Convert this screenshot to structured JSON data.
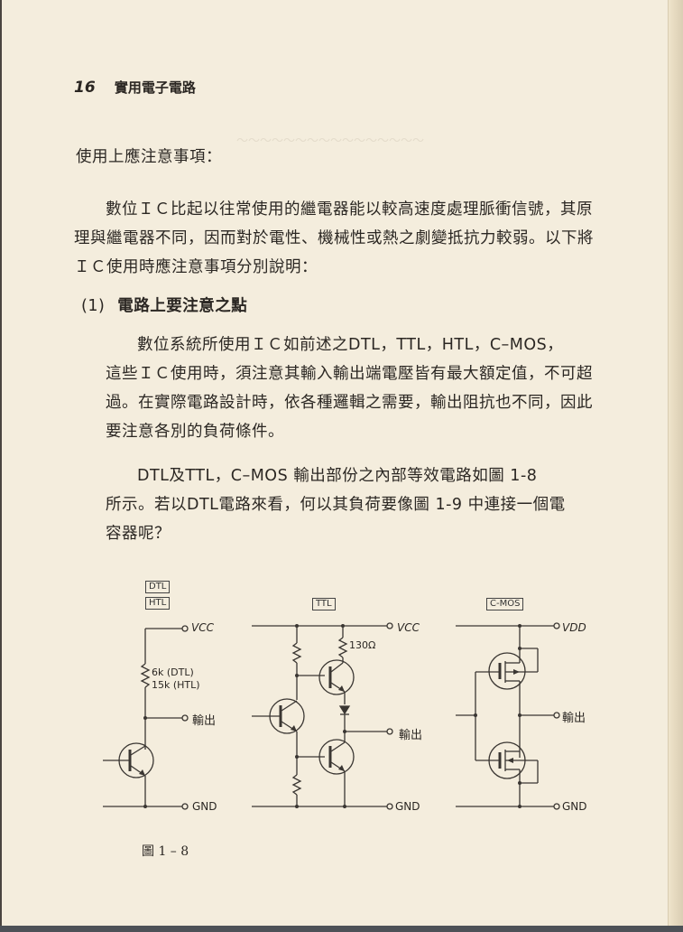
{
  "header": {
    "page_number": "16",
    "book_title": "實用電子電路"
  },
  "section_title": "使用上應注意事項：",
  "paragraph1": {
    "lines": [
      "數位ＩＣ比起以往常使用的繼電器能以較高速度處理脈衝信號，其原",
      "理與繼電器不同，因而對於電性、機械性或熱之劇變抵抗力較弱。以下將",
      "ＩＣ使用時應注意事項分別說明："
    ]
  },
  "subsection": {
    "number": "(1)",
    "title": "電路上要注意之點"
  },
  "paragraph2": {
    "lines": [
      "數位系統所使用ＩＣ如前述之DTL，TTL，HTL，C–MOS，",
      "這些ＩＣ使用時，須注意其輸入輸出端電壓皆有最大額定值，不可超",
      "過。在實際電路設計時，依各種邏輯之需要，輸出阻抗也不同，因此",
      "要注意各別的負荷條件。"
    ]
  },
  "paragraph3": {
    "lines": [
      "DTL及TTL，C–MOS 輸出部份之內部等效電路如圖 1-8",
      "所示。若以DTL電路來看，何以其負荷要像圖 1-9  中連接一個電",
      "容器呢？"
    ]
  },
  "figure": {
    "caption": "圖 1 – 8",
    "circuits": [
      {
        "id": "dtl-htl",
        "labels": [
          "DTL",
          "HTL"
        ],
        "supply": "VCC",
        "resistor": [
          "6k (DTL)",
          "15k (HTL)"
        ],
        "output": "輸出",
        "ground": "GND"
      },
      {
        "id": "ttl",
        "labels": [
          "TTL"
        ],
        "supply": "VCC",
        "resistor": [
          "130Ω"
        ],
        "output": "輸出",
        "ground": "GND"
      },
      {
        "id": "cmos",
        "labels": [
          "C-MOS"
        ],
        "supply": "VDD",
        "output": "輸出",
        "ground": "GND"
      }
    ]
  }
}
